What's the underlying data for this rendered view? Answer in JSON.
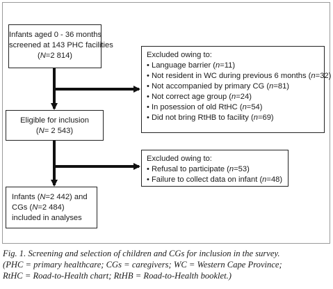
{
  "boxes": {
    "screened": {
      "line1": "Infants aged 0 - 36 months",
      "line2": "screened at 143 PHC facilities",
      "n_pre": "(",
      "n_label": "N",
      "n_value": "=2 814)"
    },
    "eligible": {
      "line1": "Eligible for inclusion",
      "n_pre": "(",
      "n_label": "N",
      "n_value": "= 2 543)"
    },
    "included": {
      "line1_a": "Infants (",
      "line1_n": "N",
      "line1_b": "=2 442) and",
      "line2_a": "CGs (",
      "line2_n": "N",
      "line2_b": "=2 484)",
      "line3": "included in analyses"
    },
    "excluded_1": {
      "title": "Excluded owing to:",
      "items": [
        {
          "text": "Language barrier (",
          "n": "n",
          "val": "=11)"
        },
        {
          "text": "Not resident in WC during previous 6 months (",
          "n": "n",
          "val": "=32)"
        },
        {
          "text": "Not accompanied by primary CG (",
          "n": "n",
          "val": "=81)"
        },
        {
          "text": "Not correct age group (",
          "n": "n",
          "val": "=24)"
        },
        {
          "text": "In posession of old RtHC (",
          "n": "n",
          "val": "=54)"
        },
        {
          "text": "Did not bring RtHB to facility (",
          "n": "n",
          "val": "=69)"
        }
      ]
    },
    "excluded_2": {
      "title": "Excluded owing to:",
      "items": [
        {
          "text": "Refusal to participate (",
          "n": "n",
          "val": "=53)"
        },
        {
          "text": "Failure to collect data on infant (",
          "n": "n",
          "val": "=48)"
        }
      ]
    }
  },
  "bullet": "•",
  "caption": {
    "line1": "Fig. 1. Screening and selection of children and CGs for inclusion in the survey.",
    "line2": "(PHC = primary healthcare; CGs = caregivers; WC = Western Cape Province;",
    "line3": "RtHC = Road-to-Health chart; RtHB = Road-to-Health booklet.)"
  }
}
